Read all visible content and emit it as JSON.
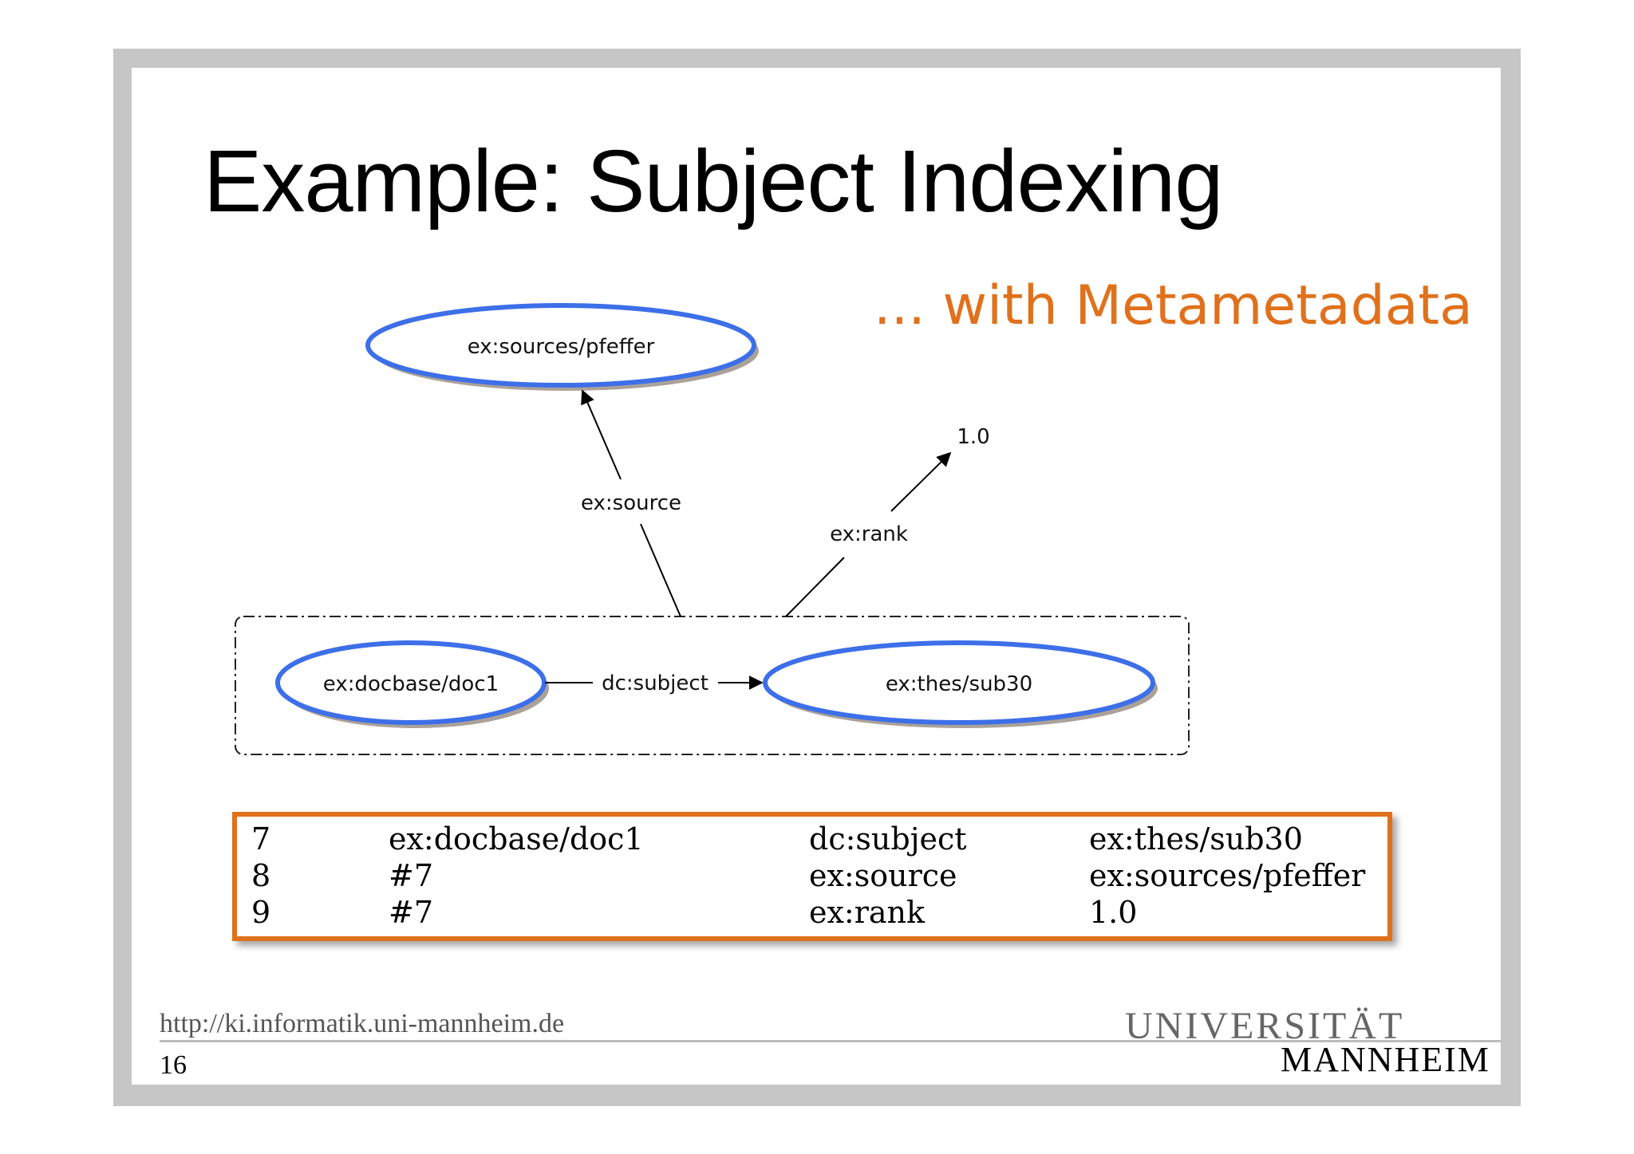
{
  "slide": {
    "title": "Example: Subject Indexing",
    "subtitle": "... with Metametadata"
  },
  "diagram": {
    "nodes": {
      "source": "ex:sources/pfeffer",
      "doc": "ex:docbase/doc1",
      "subject": "ex:thes/sub30",
      "rank_value": "1.0"
    },
    "edges": {
      "subject": "dc:subject",
      "source": "ex:source",
      "rank": "ex:rank"
    },
    "colors": {
      "node_border": "#3d6fe8",
      "node_shadow": "#9b9187",
      "highlight": "#e0711c"
    }
  },
  "triples": [
    {
      "id": "7",
      "subject": "ex:docbase/doc1",
      "predicate": "dc:subject",
      "object": "ex:thes/sub30"
    },
    {
      "id": "8",
      "subject": "#7",
      "predicate": "ex:source",
      "object": "ex:sources/pfeffer"
    },
    {
      "id": "9",
      "subject": "#7",
      "predicate": "ex:rank",
      "object": "1.0"
    }
  ],
  "footer": {
    "url": "http://ki.informatik.uni-mannheim.de",
    "page_number": "16",
    "logo_line1": "UNIVERSITÄT",
    "logo_line2": "MANNHEIM"
  }
}
